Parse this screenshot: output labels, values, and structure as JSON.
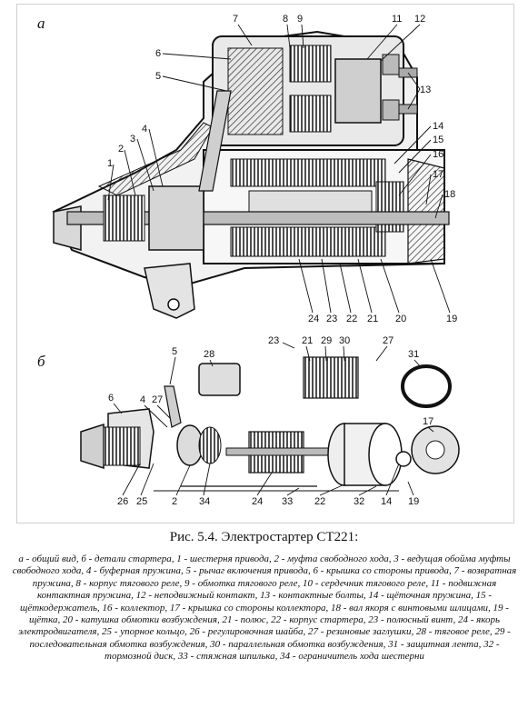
{
  "panels": {
    "a": "а",
    "b": "б"
  },
  "callouts_a": [
    "7",
    "8",
    "9",
    "11",
    "12",
    "6",
    "5",
    "13",
    "14",
    "15",
    "4",
    "3",
    "16",
    "2",
    "17",
    "1",
    "18",
    "24",
    "23",
    "22",
    "21",
    "20",
    "19"
  ],
  "callouts_b": [
    "23",
    "21",
    "29",
    "30",
    "27",
    "5",
    "28",
    "31",
    "6",
    "4",
    "27",
    "17",
    "26",
    "25",
    "2",
    "34",
    "24",
    "33",
    "22",
    "32",
    "14",
    "19"
  ],
  "caption": {
    "title": "Рис. 5.4. Электростартер СТ221:",
    "legend": "а - общий вид, б - детали стартера, 1 - шестерня привода, 2 - муфта свободного хода, 3 - ведущая обойма муфты свободного хода, 4 - буферная пружина, 5 - рычаг включения привода, 6 - крышка со стороны привода, 7 - возвратная пружина, 8 - корпус тягового реле, 9 - обмотка тягового реле, 10 - сердечник тягового реле, 11 - подвижная контактная пружина, 12 - неподвижный контакт, 13 - контактные болты, 14 - щёточная пружина, 15 - щёткодержатель, 16 - коллектор, 17 - крышка со стороны коллектора, 18 - вал якоря с винтовыми шлицами, 19 - щётка, 20 - катушка обмотки возбуждения, 21 - полюс, 22 - корпус стартера, 23 - полюсный винт, 24 - якорь электродвигателя, 25 - упорное кольцо, 26 - регулировочная шайба, 27 - резиновые заглушки, 28 - тяговое реле, 29 - последовательная обмотка возбуждения, 30 - параллельная обмотка возбуждения, 31 - защитная лента, 32 - тормозной диск, 33 - стяжная шпилька, 34 - ограничитель хода шестерни"
  }
}
